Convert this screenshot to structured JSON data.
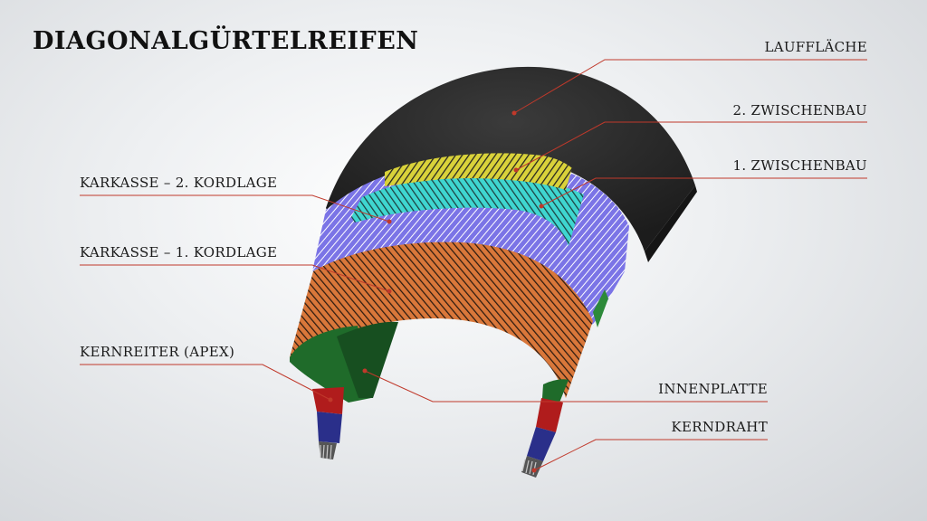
{
  "title": "DIAGONALGÜRTELREIFEN",
  "labels": {
    "lauffläche": "LAUFFLÄCHE",
    "zwischenbau2": "2. ZWISCHENBAU",
    "zwischenbau1": "1. ZWISCHENBAU",
    "karkasse2": "KARKASSE – 2. KORDLAGE",
    "karkasse1": "KARKASSE – 1. KORDLAGE",
    "kernreiter": "KERNREITER (APEX)",
    "innenplatte": "INNENPLATTE",
    "kerndraht": "KERNDRAHT"
  },
  "colors": {
    "leader": "#c0392b",
    "tread": "#2b2b2b",
    "zwischenbau2": "#d9d23a",
    "zwischenbau1": "#3fd6d0",
    "karkasse2": "#6a63d8",
    "karkasse1": "#d9773a",
    "innenplatte": "#1f6b2a",
    "kernreiter": "#b01c1c",
    "kerndraht": "#9a9a9a"
  }
}
